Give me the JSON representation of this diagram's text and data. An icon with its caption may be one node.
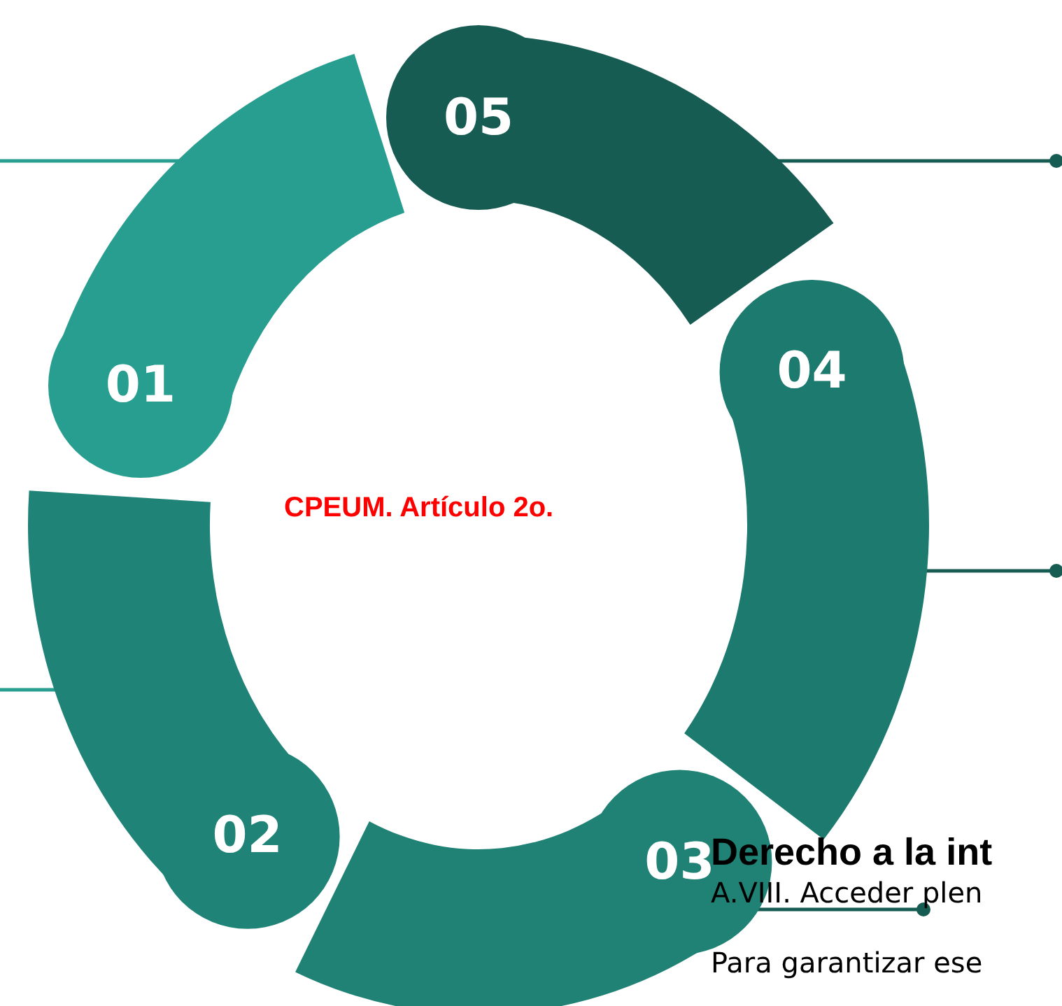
{
  "diagram": {
    "nodes": [
      {
        "text": [
          "01"
        ]
      },
      {
        "text": [
          "02"
        ]
      },
      {
        "text": [
          "03"
        ]
      },
      {
        "text": [
          "04"
        ]
      },
      {
        "text": [
          "05"
        ]
      },
      {
        "text": [
          "A.VIII. Acceder plen"
        ]
      }
    ],
    "edges": [
      {
        "from": 0,
        "to": null,
        "arrow": "none",
        "color": "#279e8f"
      },
      {
        "from": 4,
        "to": null,
        "arrow": "other"
      },
      {
        "from": 3,
        "to": null,
        "arrow": "other"
      },
      {
        "from": 1,
        "to": null,
        "arrow": "none",
        "color": "#279e8f"
      },
      {
        "from": 2,
        "to": 5,
        "arrow": "other"
      }
    ],
    "labels": [
      "CPEUM. Artículo 2o.",
      "Derecho a la int",
      "Para garantizar ese"
    ]
  }
}
